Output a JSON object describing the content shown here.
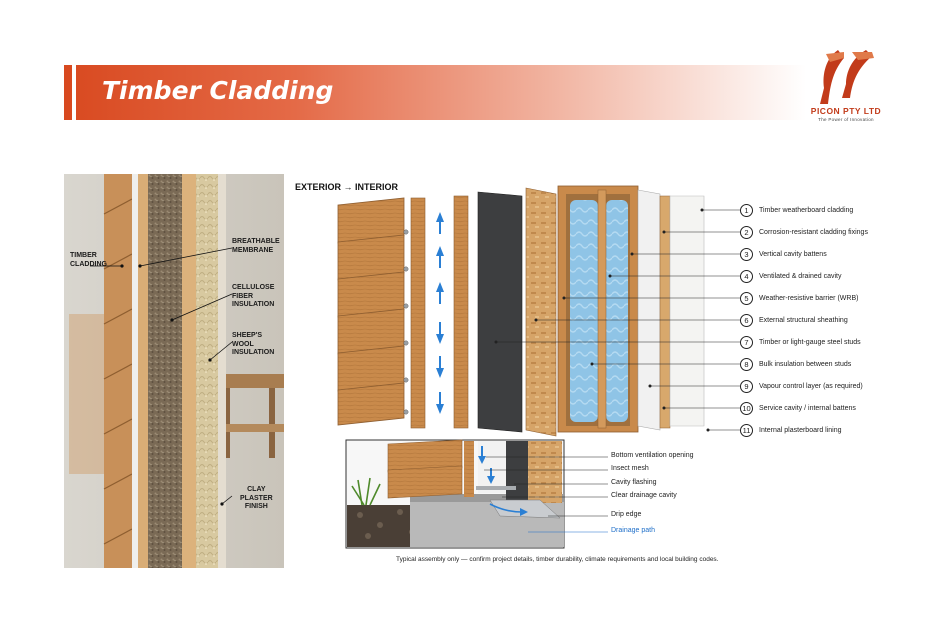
{
  "header": {
    "title": "Timber Cladding"
  },
  "logo": {
    "name": "PICON PTY LTD",
    "tagline": "The Power of Innovation",
    "accent_color": "#c23b1a"
  },
  "photo_labels": [
    {
      "text": "Timber\nCladding"
    },
    {
      "text": "Breathable\nMembrane"
    },
    {
      "text": "Cellulose\nFiber\nInsulation"
    },
    {
      "text": "Sheep's\nWool\nInsulation"
    },
    {
      "text": "Clay\nPlaster\nFinish"
    }
  ],
  "diagram": {
    "heading": "EXTERIOR → INTERIOR",
    "layers": [
      {
        "num": "1",
        "label": "Timber weatherboard cladding"
      },
      {
        "num": "2",
        "label": "Corrosion-resistant cladding fixings"
      },
      {
        "num": "3",
        "label": "Vertical cavity battens"
      },
      {
        "num": "4",
        "label": "Ventilated & drained cavity"
      },
      {
        "num": "5",
        "label": "Weather-resistive barrier (WRB)"
      },
      {
        "num": "6",
        "label": "External structural sheathing"
      },
      {
        "num": "7",
        "label": "Timber or light-gauge steel studs"
      },
      {
        "num": "8",
        "label": "Bulk insulation between studs"
      },
      {
        "num": "9",
        "label": "Vapour control layer (as required)"
      },
      {
        "num": "10",
        "label": "Service cavity / internal battens"
      },
      {
        "num": "11",
        "label": "Internal plasterboard lining"
      }
    ],
    "detail_labels": [
      {
        "label": "Bottom ventilation opening"
      },
      {
        "label": "Insect mesh"
      },
      {
        "label": "Cavity flashing"
      },
      {
        "label": "Clear drainage cavity"
      },
      {
        "label": "Drip edge"
      },
      {
        "label": "Drainage path"
      }
    ],
    "footnote": "Typical assembly only — confirm project details, timber durability, climate requirements and local building codes."
  },
  "colors": {
    "banner": "#d94b22",
    "timber": "#c98a4b",
    "insulation": "#8fc4e6",
    "drainage": "#1f6fc9"
  }
}
